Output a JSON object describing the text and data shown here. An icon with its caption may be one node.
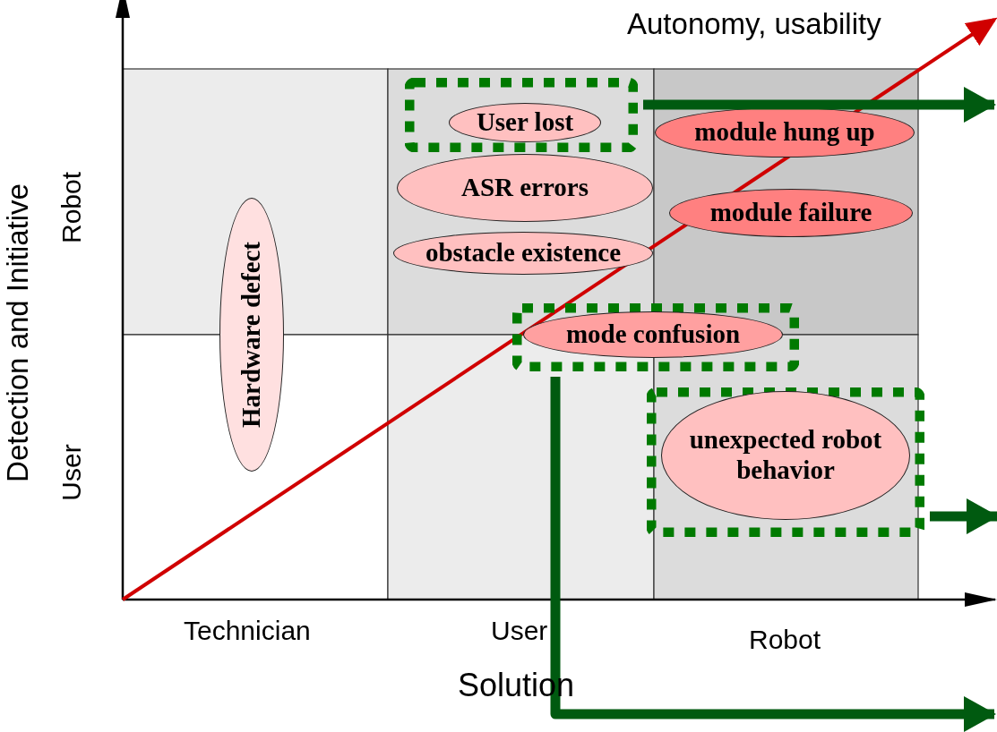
{
  "diagram": {
    "nodes": [
      {
        "text": [],
        "shape": "box"
      },
      {
        "text": [
          "User lost"
        ],
        "in": 0
      },
      {
        "text": [
          "module hung up"
        ]
      },
      {
        "text": [
          "ASR errors"
        ]
      },
      {
        "text": [
          "module failure"
        ]
      },
      {
        "text": [
          "obstacle existence"
        ]
      },
      {
        "text": [
          "Hardware defect"
        ]
      },
      {
        "text": [],
        "shape": "box"
      },
      {
        "text": [
          "mode confusion"
        ],
        "in": 7
      },
      {
        "text": [],
        "shape": "box"
      },
      {
        "text": [
          "unexpected robot behavior"
        ],
        "in": 9
      }
    ],
    "edges": [
      {
        "from": 0,
        "to": null,
        "arrow": "to"
      },
      {
        "from": 7,
        "to": null,
        "arrow": "to"
      },
      {
        "from": 9,
        "to": null,
        "arrow": "to"
      }
    ],
    "labels": [
      "Autonomy, usability",
      "Robot",
      "User",
      "Detection and Initiative",
      "Technician",
      "User",
      "Robot",
      "Solution"
    ]
  }
}
